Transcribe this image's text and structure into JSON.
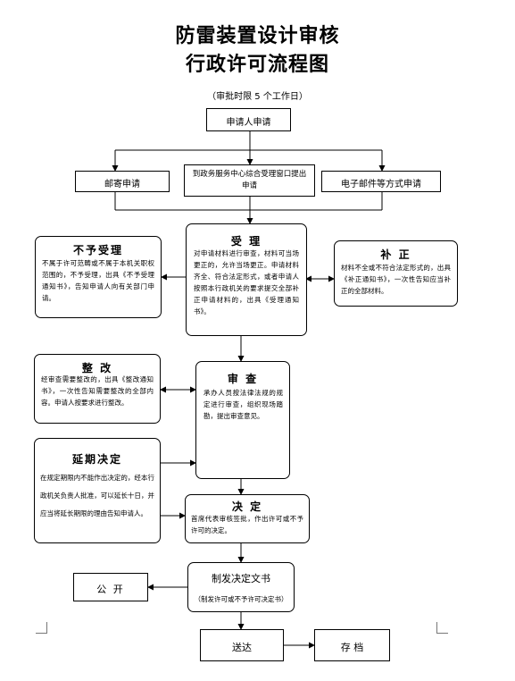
{
  "title_line1": "防雷装置设计审核",
  "title_line2": "行政许可流程图",
  "time_limit": "（审批时限 5 个工作日）",
  "boxes": {
    "apply": "申请人申请",
    "mail": "邮寄申请",
    "window": "到政务服务中心综合受理窗口提出申请",
    "email": "电子邮件等方式申请",
    "accept_title": "受 理",
    "accept_body": "对申请材料进行审查，材料可当场更正的，允许当场更正。申请材料齐全、符合法定形式，或者申请人按照本行政机关的要求提交全部补正申请材料的，出具《受理通知书》。",
    "reject_title": "不予受理",
    "reject_body": "不属于许可范畴或不属于本机关职权范围的，不予受理，出具《不予受理通知书》，告知申请人向有关部门申请。",
    "supplement_title": "补 正",
    "supplement_body": "材料不全或不符合法定形式的，出具《补正通知书》，一次性告知应当补正的全部材料。",
    "rectify_title": "整 改",
    "rectify_body": "经审查需要整改的，出具《整改通知书》，一次性告知需要整改的全部内容。申请人按要求进行整改。",
    "review_title": "审 查",
    "review_body": "承办人员按法律法规的规定进行审查，组织现场踏勘，提出审查意见。",
    "delay_title": "延期决定",
    "delay_body": "在规定期限内不能作出决定的，经本行政机关负责人批准，可以延长十日，并应当将延长期限的理由告知申请人。",
    "decision_title": "决 定",
    "decision_body": "首席代表审核签批，作出许可或不予许可的决定。",
    "issue_title": "制发决定文书",
    "issue_body": "（制发许可或不予许可决定书）",
    "publish": "公 开",
    "deliver": "送达",
    "archive": "存 档"
  }
}
